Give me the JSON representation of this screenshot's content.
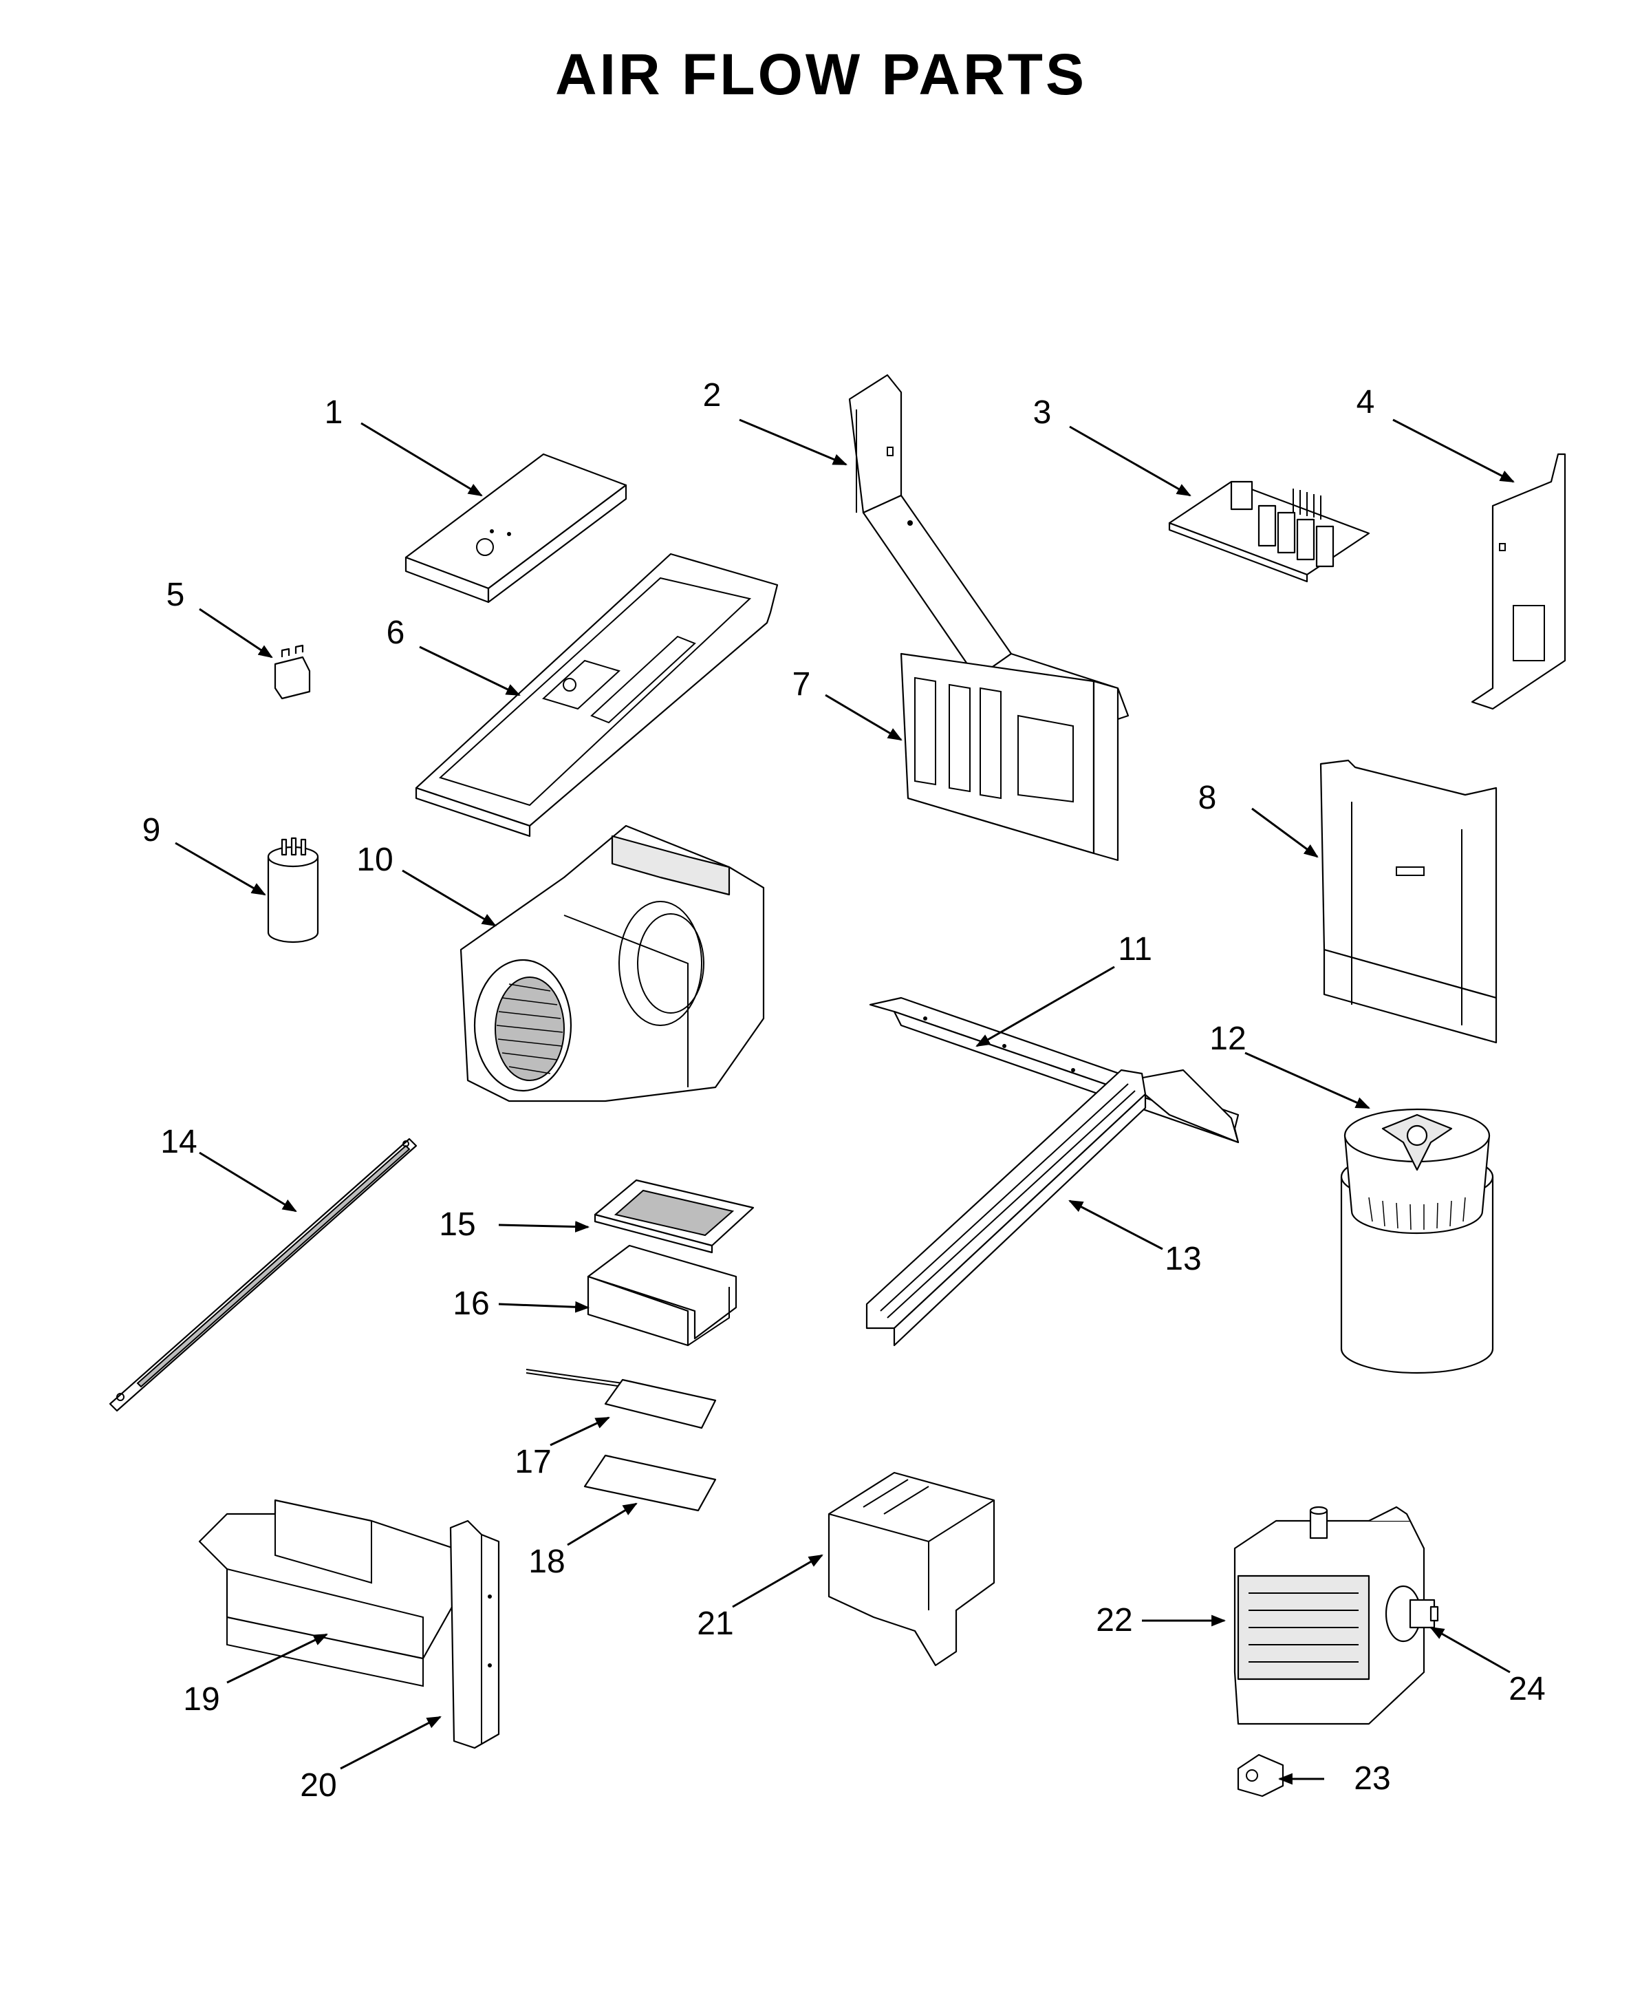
{
  "title": "AIR FLOW PARTS",
  "labels": [
    "1",
    "2",
    "3",
    "4",
    "5",
    "6",
    "7",
    "8",
    "9",
    "10",
    "11",
    "12",
    "13",
    "14",
    "15",
    "16",
    "17",
    "18",
    "19",
    "20",
    "21",
    "22",
    "23",
    "24"
  ],
  "colors": {
    "ink": "#000000",
    "paper": "#ffffff",
    "shade": "#bdbdbd",
    "light": "#e8e8e8"
  }
}
